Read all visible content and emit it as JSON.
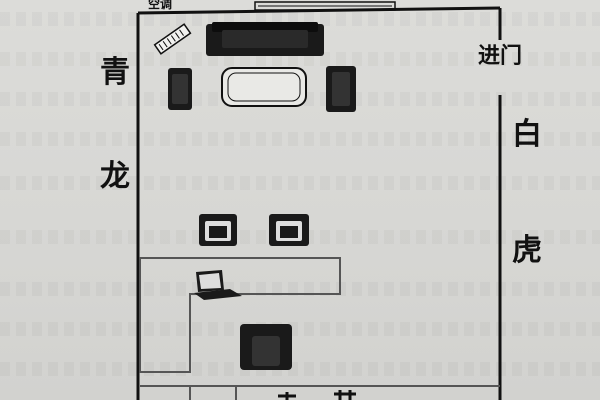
{
  "labels": {
    "ac": "空调",
    "entrance": "进门",
    "qing": "青",
    "long": "龙",
    "bai": "白",
    "hu": "虎"
  },
  "colors": {
    "ink": "#111111",
    "paper": "#dcdcd9",
    "wall_gray": "#555555"
  }
}
